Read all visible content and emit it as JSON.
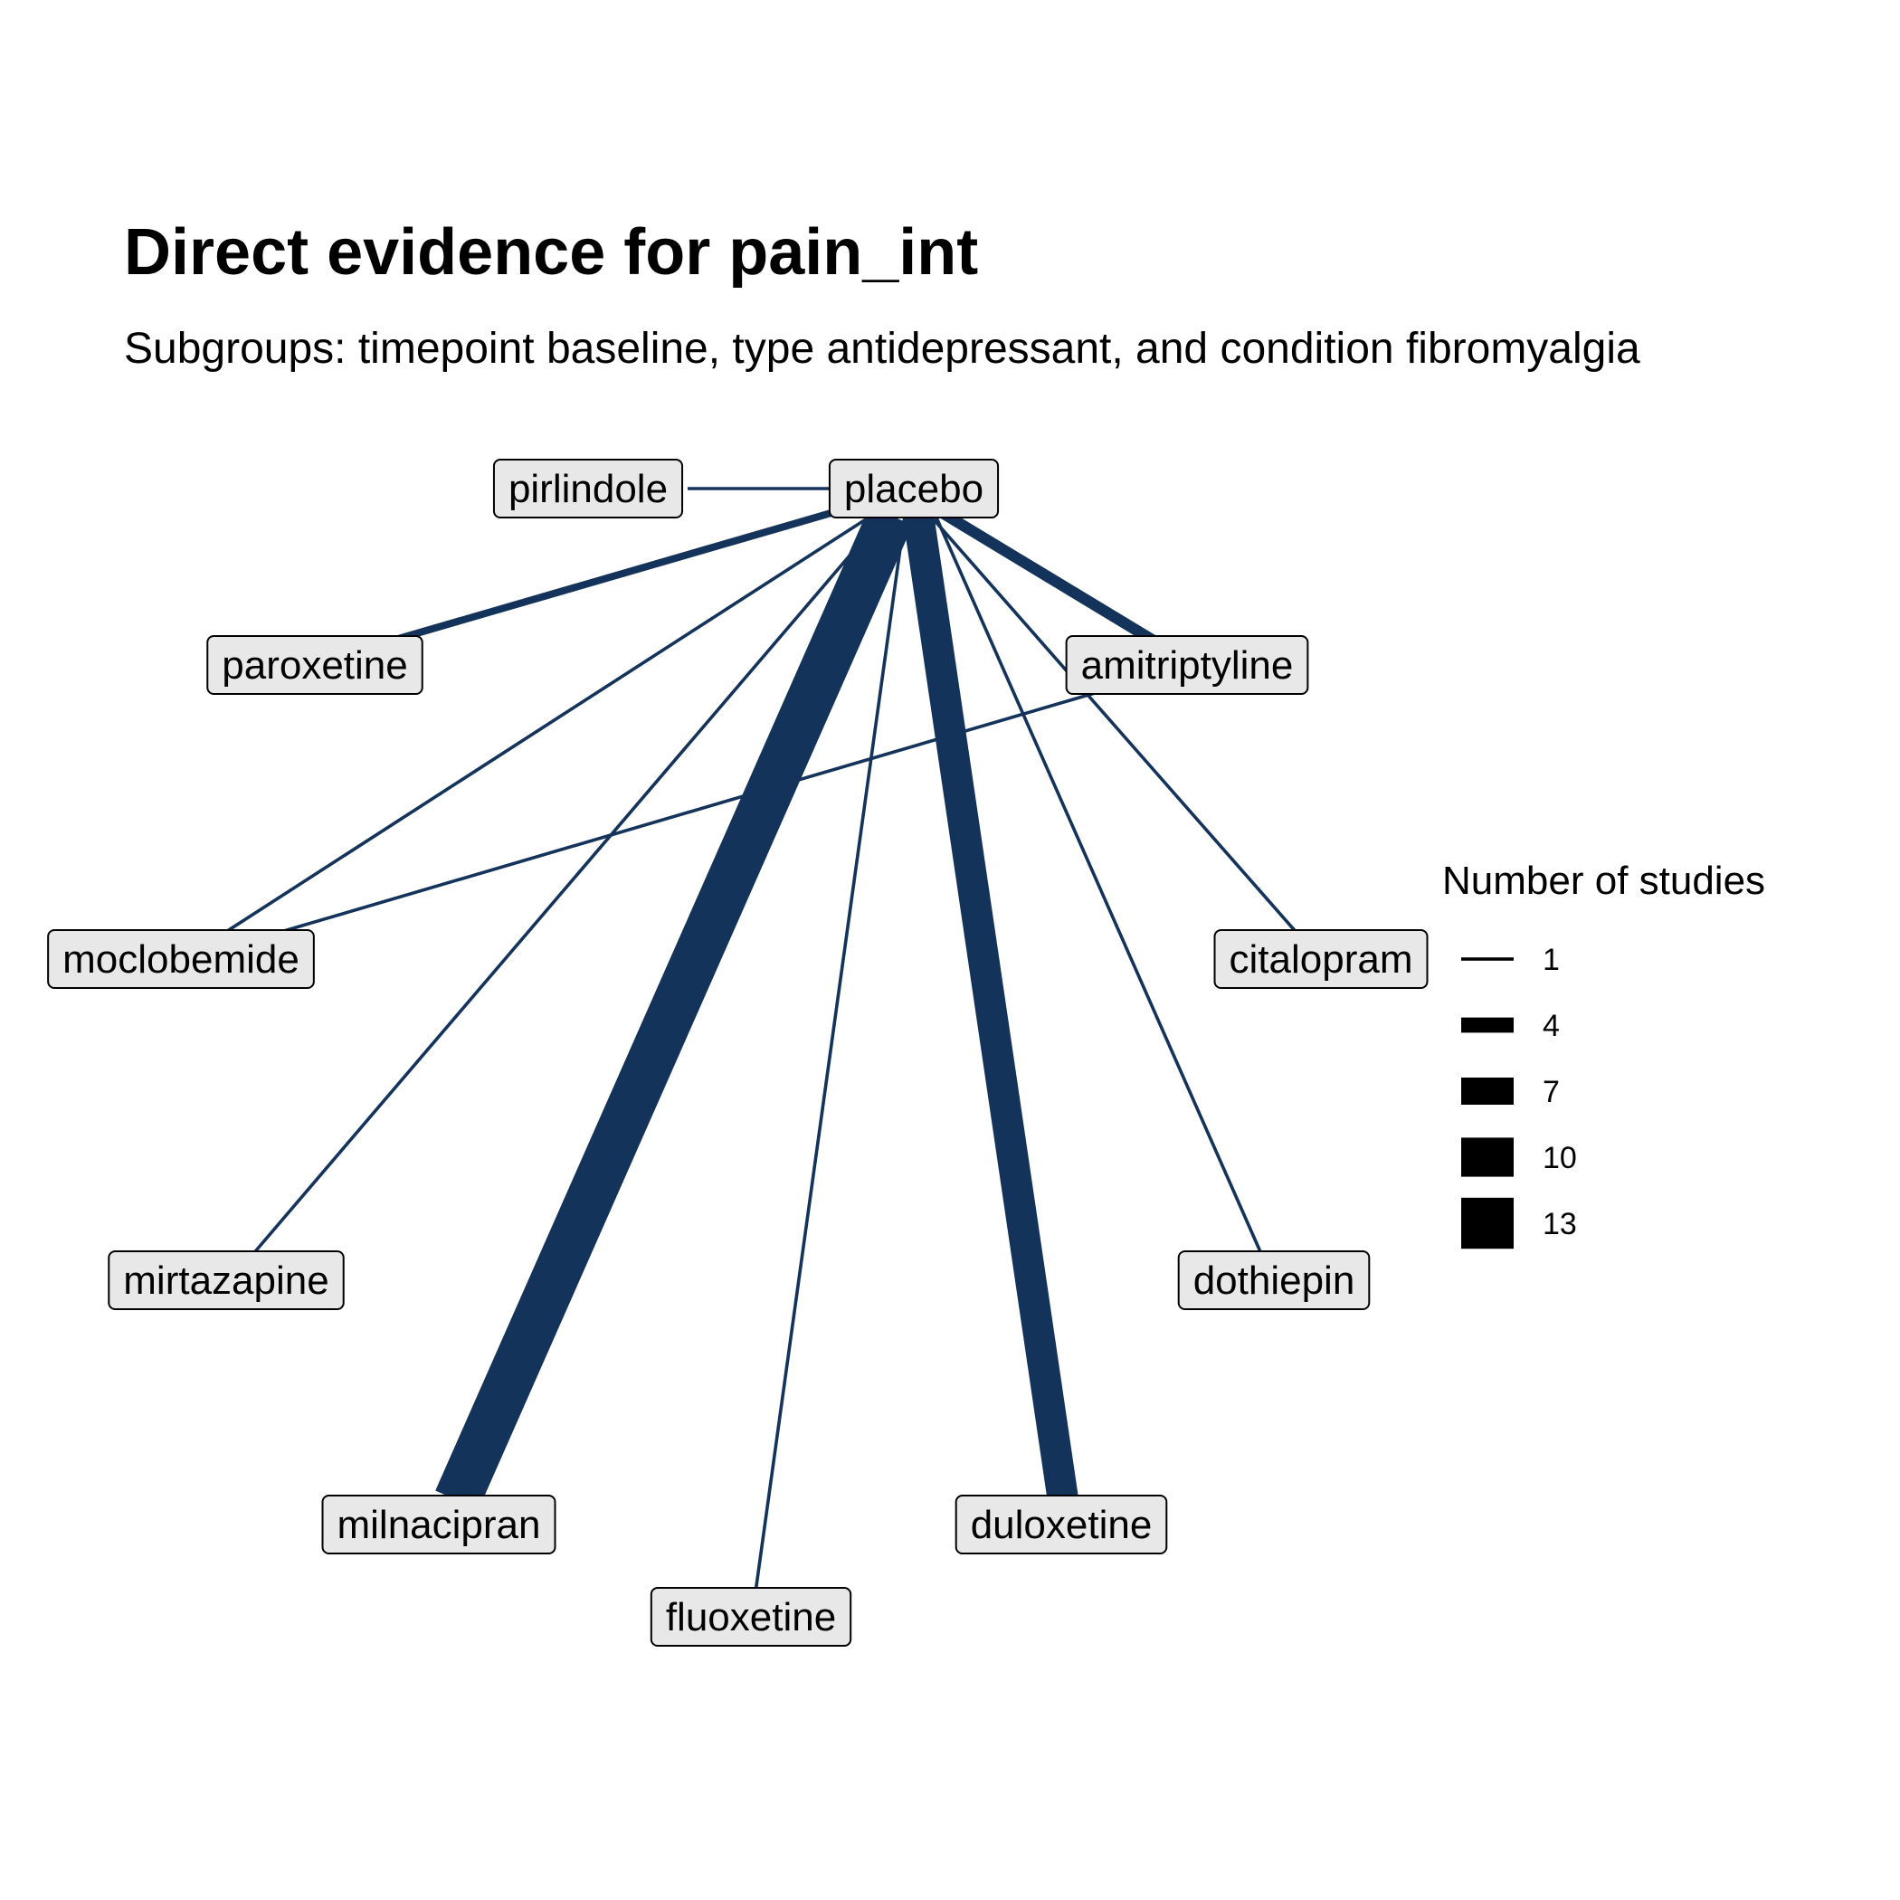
{
  "title": "Direct evidence for pain_int",
  "subtitle": "Subgroups: timepoint baseline, type antidepressant, and condition fibromyalgia",
  "edge_color": "#14335b",
  "node_fill": "#e8e8e8",
  "legend": {
    "title": "Number of studies",
    "items": [
      {
        "label": "1",
        "value": 1
      },
      {
        "label": "4",
        "value": 4
      },
      {
        "label": "7",
        "value": 7
      },
      {
        "label": "10",
        "value": 10
      },
      {
        "label": "13",
        "value": 13
      }
    ]
  },
  "nodes": [
    {
      "id": "placebo",
      "label": "placebo"
    },
    {
      "id": "pirlindole",
      "label": "pirlindole"
    },
    {
      "id": "paroxetine",
      "label": "paroxetine"
    },
    {
      "id": "amitriptyline",
      "label": "amitriptyline"
    },
    {
      "id": "moclobemide",
      "label": "moclobemide"
    },
    {
      "id": "citalopram",
      "label": "citalopram"
    },
    {
      "id": "mirtazapine",
      "label": "mirtazapine"
    },
    {
      "id": "dothiepin",
      "label": "dothiepin"
    },
    {
      "id": "milnacipran",
      "label": "milnacipran"
    },
    {
      "id": "duloxetine",
      "label": "duloxetine"
    },
    {
      "id": "fluoxetine",
      "label": "fluoxetine"
    }
  ],
  "edges": [
    {
      "from": "placebo",
      "to": "pirlindole",
      "studies": 1
    },
    {
      "from": "placebo",
      "to": "paroxetine",
      "studies": 2
    },
    {
      "from": "placebo",
      "to": "amitriptyline",
      "studies": 3
    },
    {
      "from": "placebo",
      "to": "moclobemide",
      "studies": 1
    },
    {
      "from": "placebo",
      "to": "citalopram",
      "studies": 1
    },
    {
      "from": "placebo",
      "to": "mirtazapine",
      "studies": 1
    },
    {
      "from": "placebo",
      "to": "dothiepin",
      "studies": 1
    },
    {
      "from": "placebo",
      "to": "milnacipran",
      "studies": 12
    },
    {
      "from": "placebo",
      "to": "duloxetine",
      "studies": 8
    },
    {
      "from": "placebo",
      "to": "fluoxetine",
      "studies": 1
    },
    {
      "from": "amitriptyline",
      "to": "moclobemide",
      "studies": 1
    }
  ]
}
